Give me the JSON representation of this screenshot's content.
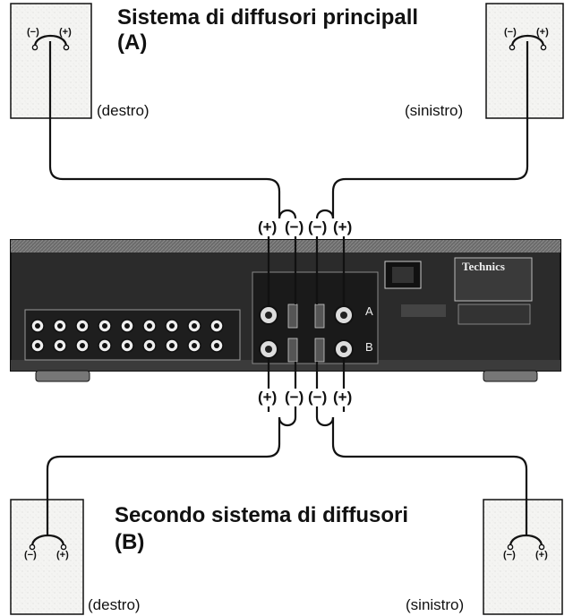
{
  "main_system": {
    "title_line1": "Sistema di diffusori principall",
    "title_line2": "(A)",
    "right_label": "(destro)",
    "left_label": "(sinistro)"
  },
  "second_system": {
    "title_line1": "Secondo sistema di diffusori",
    "title_line2": "(B)",
    "right_label": "(destro)",
    "left_label": "(sinistro)"
  },
  "speaker_terminals": {
    "minus": "(−)",
    "plus": "(+)"
  },
  "amplifier": {
    "brand": "Technics",
    "terminal_a_label": "A",
    "terminal_b_label": "B",
    "top_polarity_labels": [
      "(+)",
      "(−)",
      "(−)",
      "(+)"
    ],
    "bottom_polarity_labels": [
      "(+)",
      "(−)",
      "(−)",
      "(+)"
    ]
  },
  "colors": {
    "ink": "#111111",
    "panel": "#2a2a2a",
    "speaker_fill": "#f2f2f0"
  }
}
